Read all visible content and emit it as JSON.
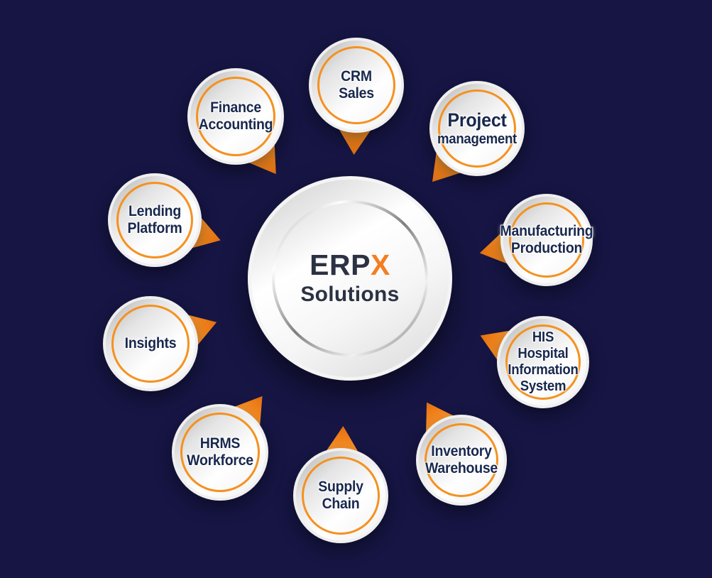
{
  "colors": {
    "background": "#161544",
    "accent_orange": "#F57E20",
    "ring_orange": "#F5911F",
    "text_navy": "#19284E",
    "hub_text": "#2B3243",
    "silver": "#C9C9C9"
  },
  "hub": {
    "brand": "ERP",
    "brand_accent": "X",
    "subtitle": "Solutions"
  },
  "satellites": [
    {
      "id": "crm-sales",
      "lines": [
        "CRM",
        "Sales"
      ]
    },
    {
      "id": "project-management",
      "lines": [
        "Project",
        "management"
      ]
    },
    {
      "id": "manufacturing-production",
      "lines": [
        "Manufacturing",
        "Production"
      ]
    },
    {
      "id": "his-hospital-information-system",
      "lines": [
        "HIS",
        "Hospital",
        "Information",
        "System"
      ]
    },
    {
      "id": "inventory-warehouse",
      "lines": [
        "Inventory",
        "Warehouse"
      ]
    },
    {
      "id": "supply-chain",
      "lines": [
        "Supply",
        "Chain"
      ]
    },
    {
      "id": "hrms-workforce",
      "lines": [
        "HRMS",
        "Workforce"
      ]
    },
    {
      "id": "insights",
      "lines": [
        "Insights"
      ]
    },
    {
      "id": "lending-platform",
      "lines": [
        "Lending",
        "Platform"
      ]
    },
    {
      "id": "finance-accounting",
      "lines": [
        "Finance",
        "Accounting"
      ]
    }
  ]
}
